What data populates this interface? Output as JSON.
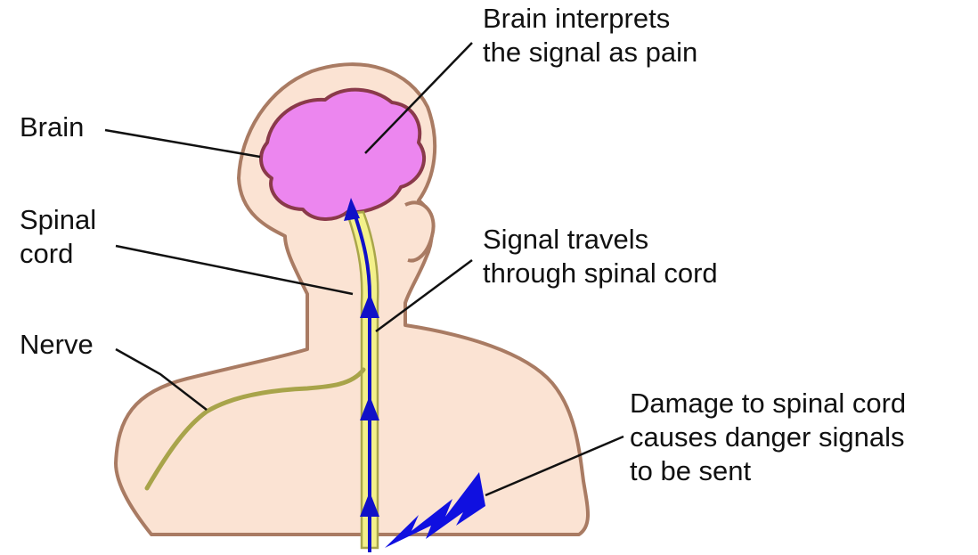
{
  "labels": {
    "brain": "Brain",
    "spinal_cord": [
      "Spinal",
      "cord"
    ],
    "nerve": "Nerve",
    "brain_interprets": [
      "Brain interprets",
      "the signal as pain"
    ],
    "signal_travels": [
      "Signal travels",
      "through spinal cord"
    ],
    "damage": [
      "Damage to spinal cord",
      "causes danger signals",
      "to be sent"
    ]
  },
  "colors": {
    "skin": "#fbe3d3",
    "outline": "#a97b63",
    "brain_fill": "#ec86ef",
    "brain_outline": "#8a3a4a",
    "spinal_cord": "#f3f08a",
    "spinal_cord_outline": "#a9a64a",
    "nerve": "#a8a44a",
    "signal_arrow": "#1010c8",
    "damage_bolt": "#1010e0",
    "leader_line": "#111111"
  },
  "icons": {
    "damage": "lightning-bolt-icon",
    "signal": "arrow-up-icon"
  }
}
